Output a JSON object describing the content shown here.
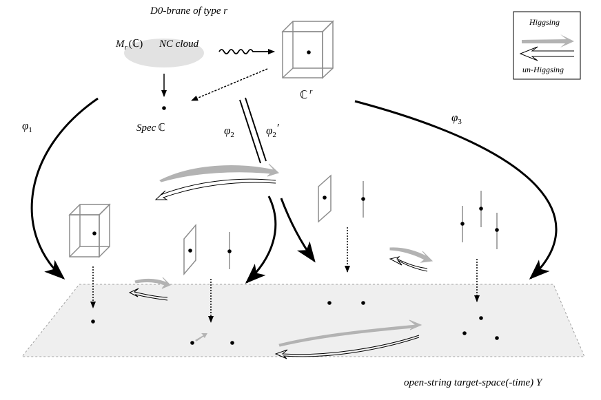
{
  "labels": {
    "d0_brane": "D0-brane of type r",
    "nc_cloud": "NC cloud",
    "mr_symbol": "M",
    "mr_sub": "r",
    "mr_c": "(ℂ)",
    "spec": "Spec",
    "spec_c": "ℂ",
    "cr_base": "ℂ",
    "cr_sup": "r",
    "phi1": "φ",
    "phi1_sub": "1",
    "phi2": "φ",
    "phi2_sub": "2",
    "phi2p": "φ",
    "phi2p_sub": "2",
    "phi2p_prime": "′",
    "phi3": "φ",
    "phi3_sub": "3",
    "target_space": "open-string target-space(-time) Y"
  },
  "legend": {
    "higgsing": "Higgsing",
    "unhiggsing": "un-Higgsing"
  },
  "colors": {
    "ink": "#000000",
    "gray_line": "#8c8c8c",
    "gray_arrow": "#b3b3b3",
    "cloud_fill": "#e2e2e2",
    "plane_fill": "#efefef",
    "plane_edge": "#a0a0a0"
  }
}
